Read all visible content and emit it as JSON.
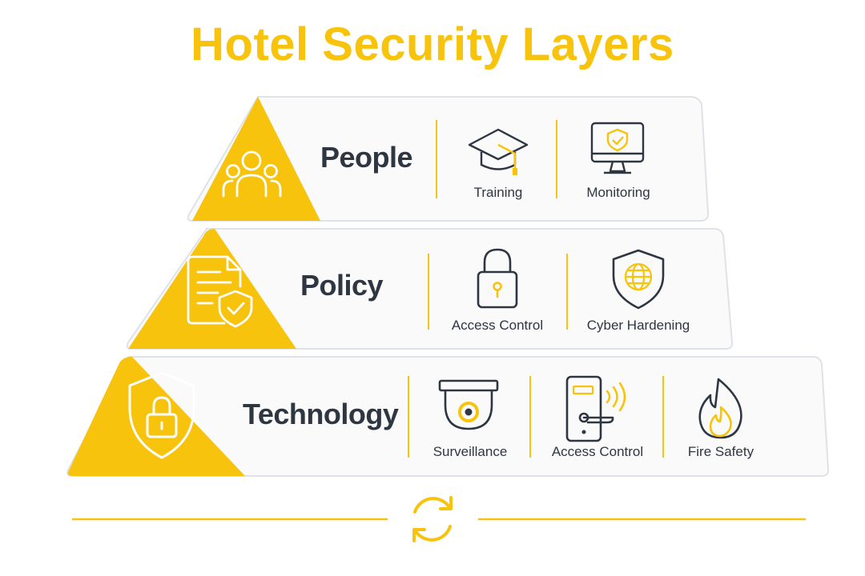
{
  "title": "Hotel Security Layers",
  "colors": {
    "accent": "#f7c30c",
    "ink": "#2e3642",
    "band_border": "#dfe2e6",
    "band_fill": "#fafafa"
  },
  "layers": [
    {
      "label": "People",
      "icon": "people-group-icon",
      "items": [
        {
          "label": "Training",
          "icon": "graduation-cap-icon"
        },
        {
          "label": "Monitoring",
          "icon": "monitor-shield-icon"
        }
      ]
    },
    {
      "label": "Policy",
      "icon": "document-shield-icon",
      "items": [
        {
          "label": "Access Control",
          "icon": "padlock-icon"
        },
        {
          "label": "Cyber Hardening",
          "icon": "shield-globe-icon"
        }
      ]
    },
    {
      "label": "Technology",
      "icon": "shield-lock-icon",
      "items": [
        {
          "label": "Surveillance",
          "icon": "cctv-camera-icon"
        },
        {
          "label": "Access Control",
          "icon": "door-lock-icon"
        },
        {
          "label": "Fire Safety",
          "icon": "flame-icon"
        }
      ]
    }
  ],
  "footer": {
    "icon": "refresh-cycle-icon"
  }
}
